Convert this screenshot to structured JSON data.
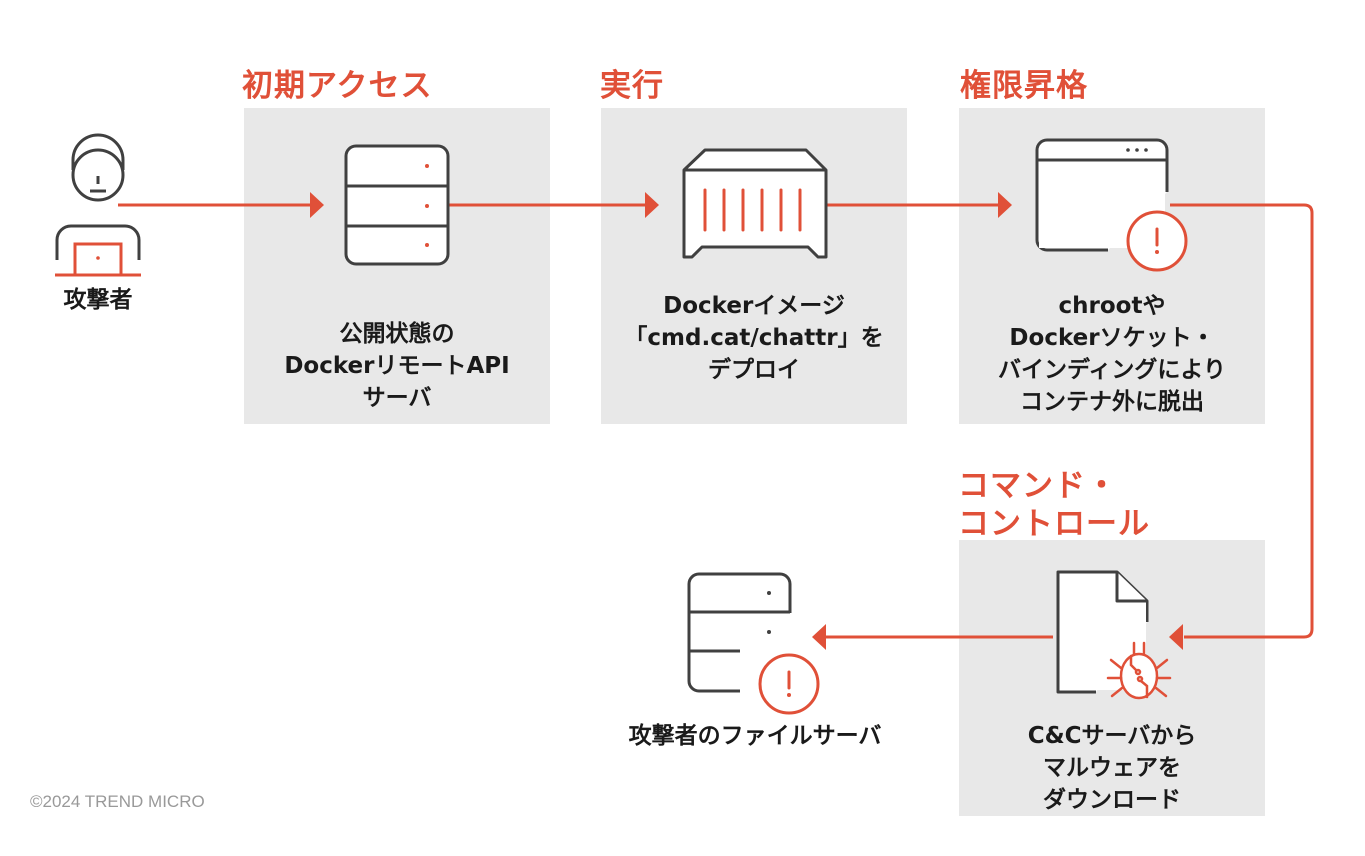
{
  "colors": {
    "accent": "#e05038",
    "icon_stroke": "#404040",
    "panel_bg": "#e8e8e8",
    "footer": "#999999"
  },
  "attacker": {
    "label": "攻撃者",
    "icon": "attacker-laptop-icon"
  },
  "stages": [
    {
      "title": "初期アクセス",
      "icon": "server-icon",
      "caption": [
        "公開状態の",
        "DockerリモートAPI",
        "サーバ"
      ]
    },
    {
      "title": "実行",
      "icon": "container-icon",
      "caption": [
        "Dockerイメージ",
        "「cmd.cat/chattr」を",
        "デプロイ"
      ]
    },
    {
      "title": "権限昇格",
      "icon": "window-alert-icon",
      "caption": [
        "chrootや",
        "Dockerソケット・",
        "バインディングにより",
        "コンテナ外に脱出"
      ]
    },
    {
      "title_lines": [
        "コマンド・",
        "コントロール"
      ],
      "icon": "malware-file-icon",
      "caption": [
        "C&Cサーバから",
        "マルウェアを",
        "ダウンロード"
      ]
    }
  ],
  "file_server": {
    "label": "攻撃者のファイルサーバ",
    "icon": "server-alert-icon"
  },
  "footer": "©2024 TREND MICRO"
}
